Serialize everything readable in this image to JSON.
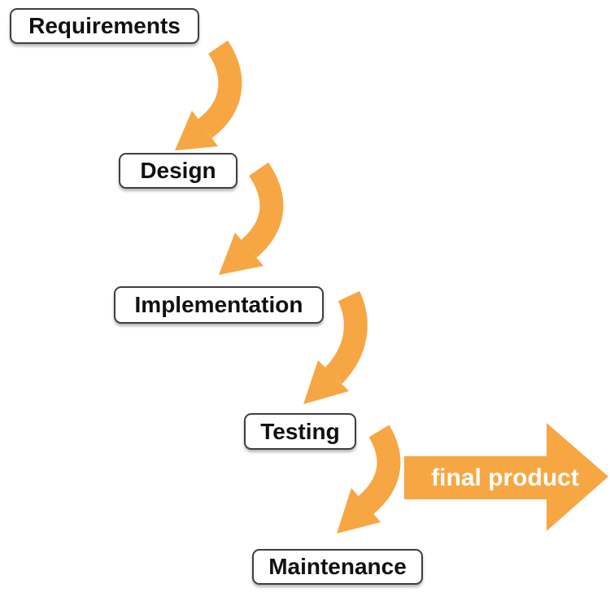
{
  "stages": [
    {
      "id": "requirements",
      "label": "Requirements"
    },
    {
      "id": "design",
      "label": "Design"
    },
    {
      "id": "implementation",
      "label": "Implementation"
    },
    {
      "id": "testing",
      "label": "Testing"
    },
    {
      "id": "maintenance",
      "label": "Maintenance"
    }
  ],
  "flow": [
    {
      "from": "Requirements",
      "to": "Design"
    },
    {
      "from": "Design",
      "to": "Implementation"
    },
    {
      "from": "Implementation",
      "to": "Testing"
    },
    {
      "from": "Testing",
      "to": "Maintenance"
    }
  ],
  "final_arrow": {
    "label": "final product",
    "direction": "right"
  },
  "colors": {
    "arrow_color": "#F6A743",
    "box_fill": "#FFFFFF",
    "box_border": "#3F3F3F",
    "stage_text": "#111111",
    "final_label": "#FFFFFF",
    "background": "#FFFFFF"
  }
}
